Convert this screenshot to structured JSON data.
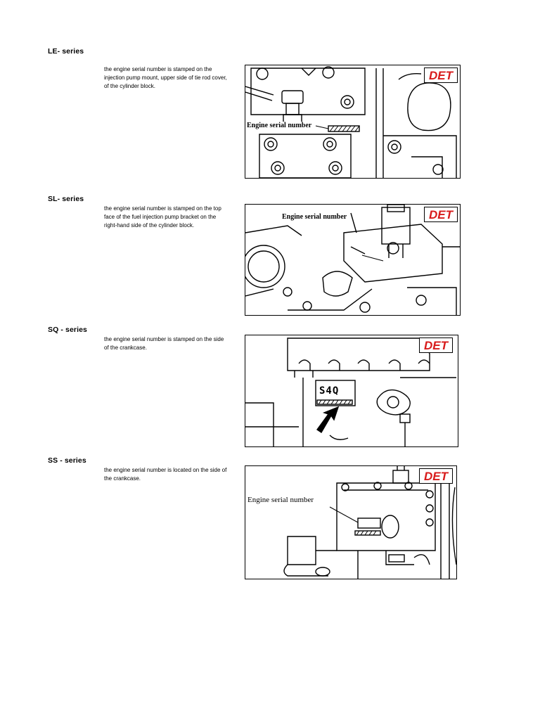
{
  "sections": [
    {
      "title": "LE- series",
      "description": "the engine serial number is stamped on the injection pump mount, upper side of tie rod cover, of the cylinder block.",
      "figure": {
        "badge": "DET",
        "callout": "Engine serial number"
      }
    },
    {
      "title": "SL- series",
      "description": "the engine serial number is stamped on the top face of the fuel injection pump bracket on the right-hand side of the cylinder block.",
      "figure": {
        "badge": "DET",
        "callout": "Engine serial number"
      }
    },
    {
      "title": "SQ - series",
      "description": "the engine serial number is stamped on the side of the crankcase.",
      "figure": {
        "badge": "DET",
        "code": "S4Q"
      }
    },
    {
      "title": "SS - series",
      "description": "the engine serial number is located on the side of the crankcase.",
      "figure": {
        "badge": "DET",
        "callout": "Engine serial number"
      }
    }
  ],
  "colors": {
    "badge_text": "#d81b1b",
    "line": "#000000",
    "background": "#ffffff"
  },
  "icons": {
    "arrow": "arrow-up-right-icon"
  }
}
